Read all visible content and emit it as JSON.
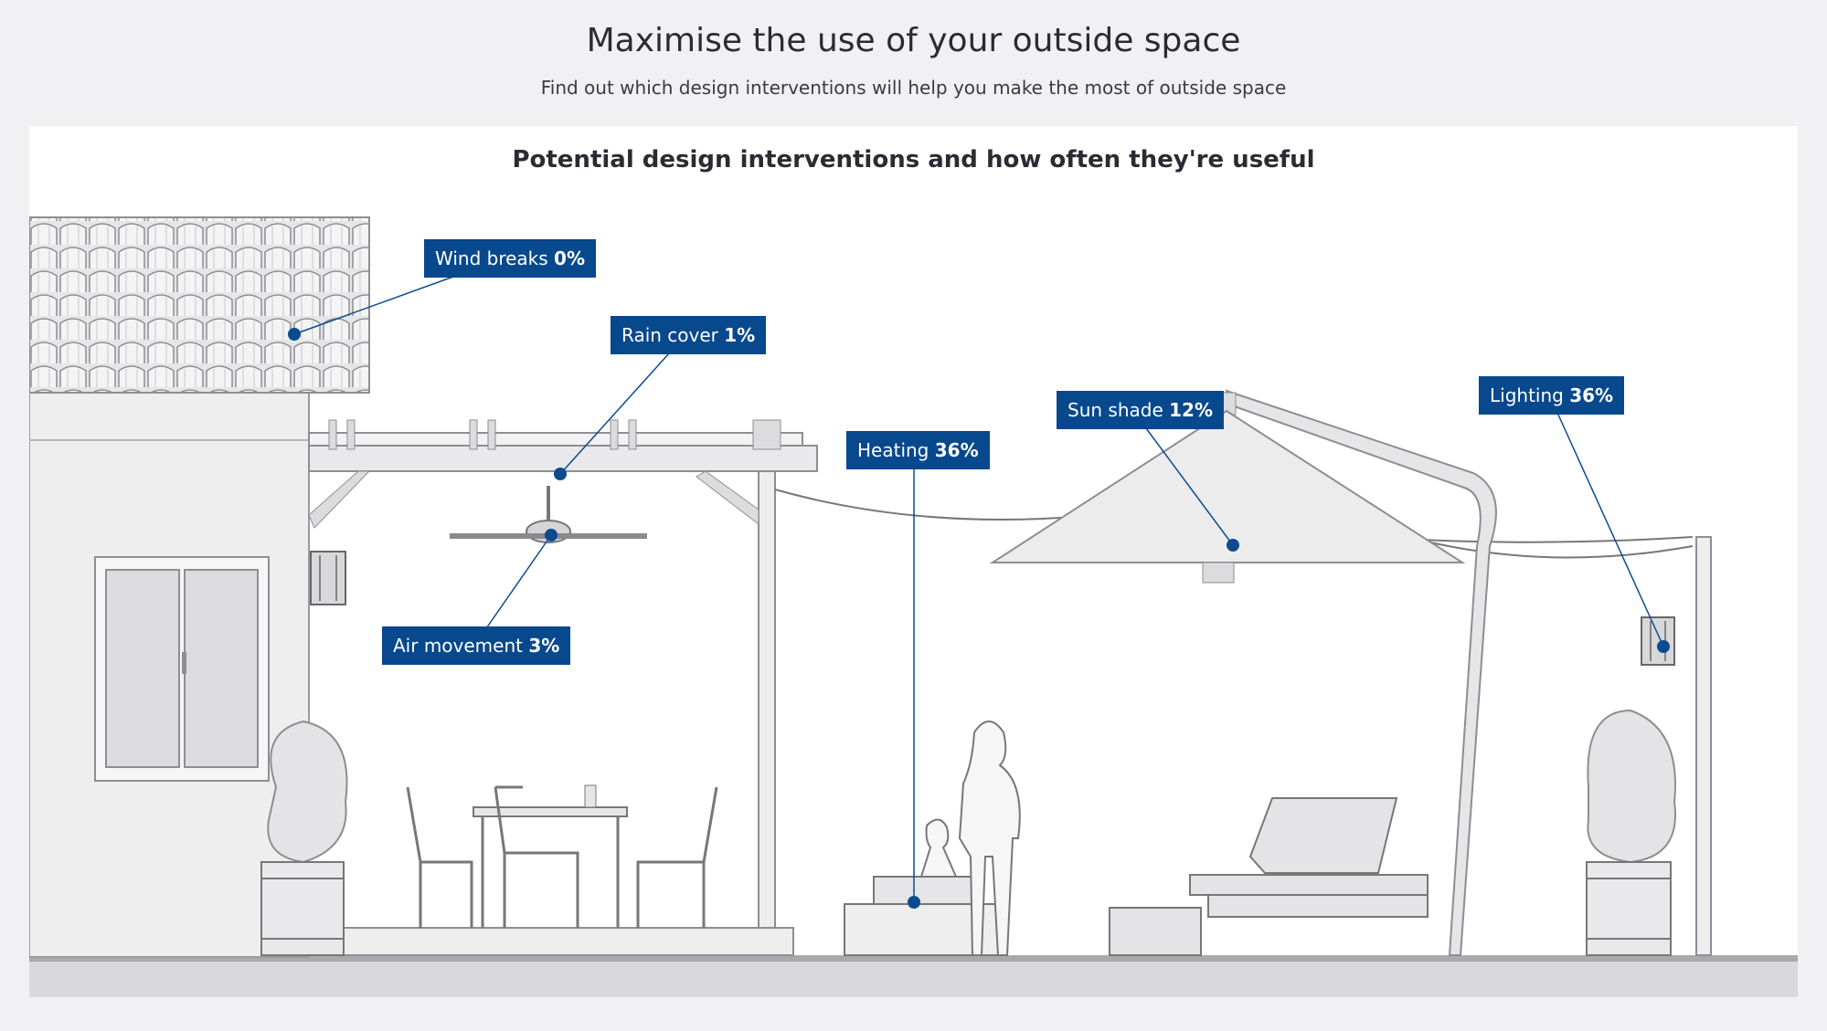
{
  "header": {
    "title": "Maximise the use of your outside space",
    "subtitle": "Find out which design interventions will help you make the most of outside space"
  },
  "diagram": {
    "title": "Potential design interventions and how often they're useful",
    "accent_color": "#08488d",
    "interventions": [
      {
        "id": "wind-breaks",
        "label": "Wind breaks",
        "value": "0%"
      },
      {
        "id": "rain-cover",
        "label": "Rain cover",
        "value": "1%"
      },
      {
        "id": "air-movement",
        "label": "Air movement",
        "value": "3%"
      },
      {
        "id": "heating",
        "label": "Heating",
        "value": "36%"
      },
      {
        "id": "sun-shade",
        "label": "Sun shade",
        "value": "12%"
      },
      {
        "id": "lighting",
        "label": "Lighting",
        "value": "36%"
      }
    ]
  }
}
